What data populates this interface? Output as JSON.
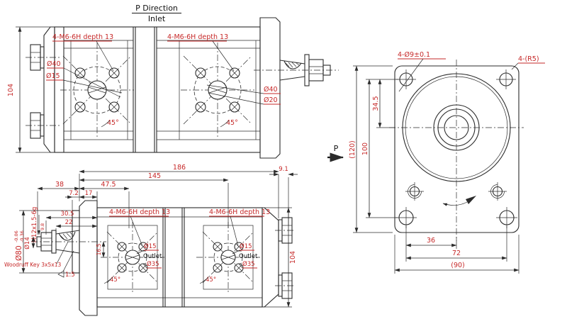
{
  "tv": {
    "title1": "P Direction",
    "title2": "Inlet",
    "dim_height": "104",
    "callout_left": "4-M6-6H depth 13",
    "callout_right": "4-M6-6H depth 13",
    "bcd_left": "Ø40",
    "port_left": "Ø15",
    "bcd_right": "Ø40",
    "port_right": "Ø20",
    "angle_left": "45°",
    "angle_right": "45°"
  },
  "bv": {
    "dim_186": "186",
    "dim_145": "145",
    "dim_47_5": "47.5",
    "dim_38": "38",
    "dim_7_2": "7.2",
    "dim_17": "17",
    "dim_9_1": "9.1",
    "dim_height": "104",
    "dim_16_5": "16.5",
    "dim_30_5": "30.5",
    "dim_22": "22",
    "shaft_dia": "Ø80",
    "tol_up": "-0.06",
    "tol_dn": "-0.36",
    "thread": "M12x1.5-6g",
    "dim_9_8": "9.8",
    "dia_14": "Ø14",
    "key_note": "Woodruff Key 3x5x13",
    "taper": "1:5",
    "callout_left": "4-M6-6H depth 13",
    "callout_right": "4-M6-6H depth 13",
    "port_dia_left": "Ø15",
    "outlet_left": "Outlet",
    "bcd_left": "Ø35",
    "angle_left": "45°",
    "port_dia_right": "Ø15",
    "outlet_right": "Outlet",
    "bcd_right": "Ø35",
    "angle_right": "45°"
  },
  "ev": {
    "callout_holes": "4-Ø9±0.1",
    "callout_corner": "4-(R5)",
    "dim_34_5": "34.5",
    "dim_100": "100",
    "dim_120": "(120)",
    "dim_36": "36",
    "dim_72": "72",
    "dim_90": "(90)",
    "p_label": "P"
  },
  "colors": {
    "dim_text": "#c62828",
    "line": "#2b2b2b"
  }
}
